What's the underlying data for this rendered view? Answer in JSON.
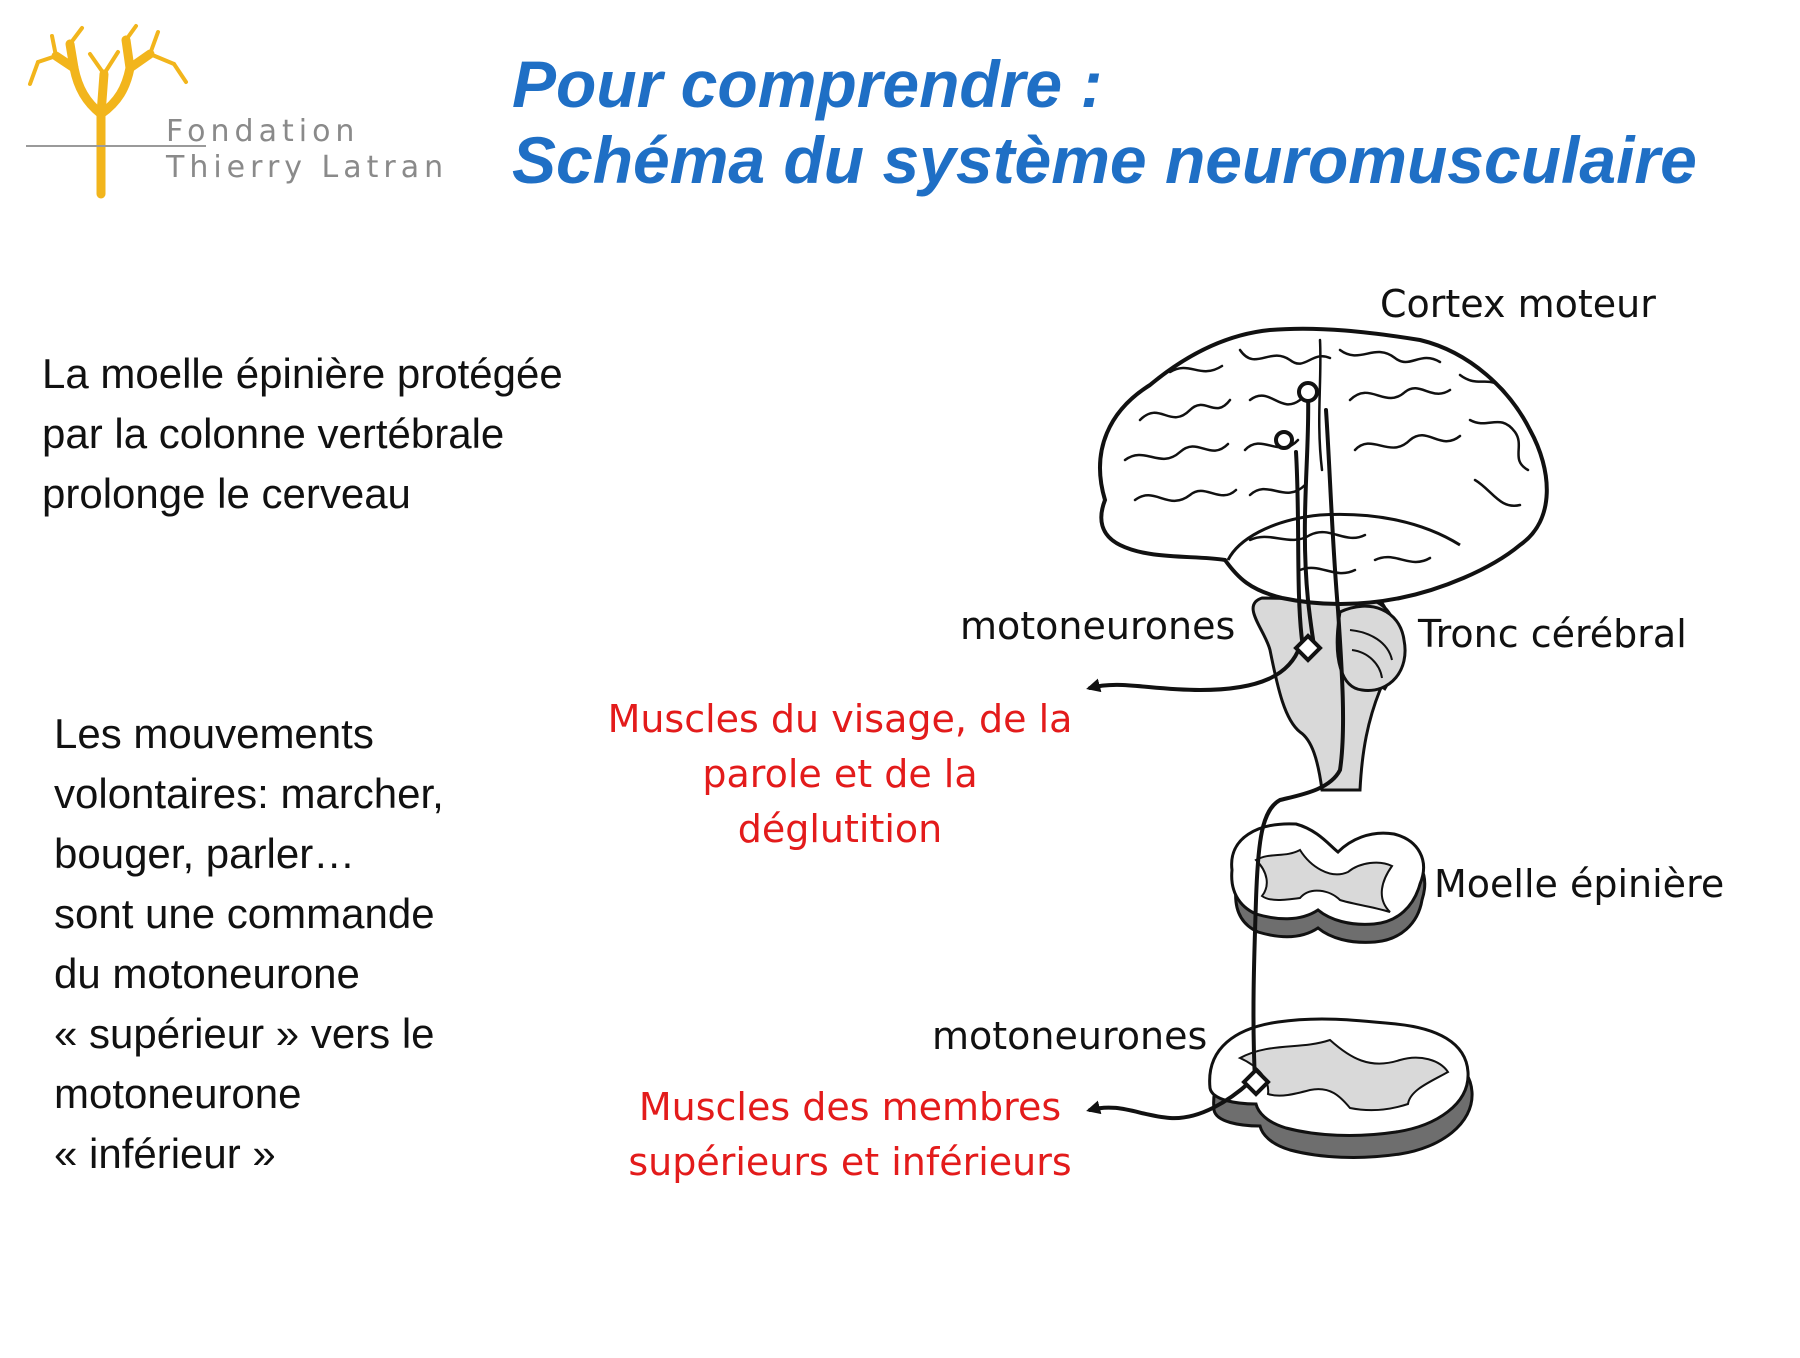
{
  "logo": {
    "line1": "Fondation",
    "line2": "Thierry Latran",
    "color": "#f2b51c"
  },
  "title": {
    "line1": "Pour comprendre :",
    "line2": "Schéma du système neuromusculaire",
    "color": "#1f6fc5"
  },
  "text": {
    "paragraph1": "La moelle épinière protégée par la colonne vertébrale prolonge le cerveau",
    "paragraph2_lines": [
      "Les mouvements",
      "volontaires: marcher,",
      "bouger, parler…",
      "sont une commande",
      "du motoneurone",
      "« supérieur » vers le",
      "motoneurone",
      "« inférieur »"
    ]
  },
  "diagram": {
    "labels": {
      "cortex": "Cortex moteur",
      "brainstem": "Tronc cérébral",
      "spinal_cord": "Moelle épinière",
      "motoneurons_upper": "motoneurones",
      "motoneurons_lower": "motoneurones"
    },
    "targets": {
      "face_lines": [
        "Muscles du visage, de la",
        "parole et de la",
        "déglutition"
      ],
      "limbs_lines": [
        "Muscles des membres",
        "supérieurs et inférieurs"
      ]
    },
    "colors": {
      "target_text": "#e31b1b",
      "tissue_fill": "#d9d9d9",
      "cord_shadow": "#6e6e6e"
    }
  }
}
